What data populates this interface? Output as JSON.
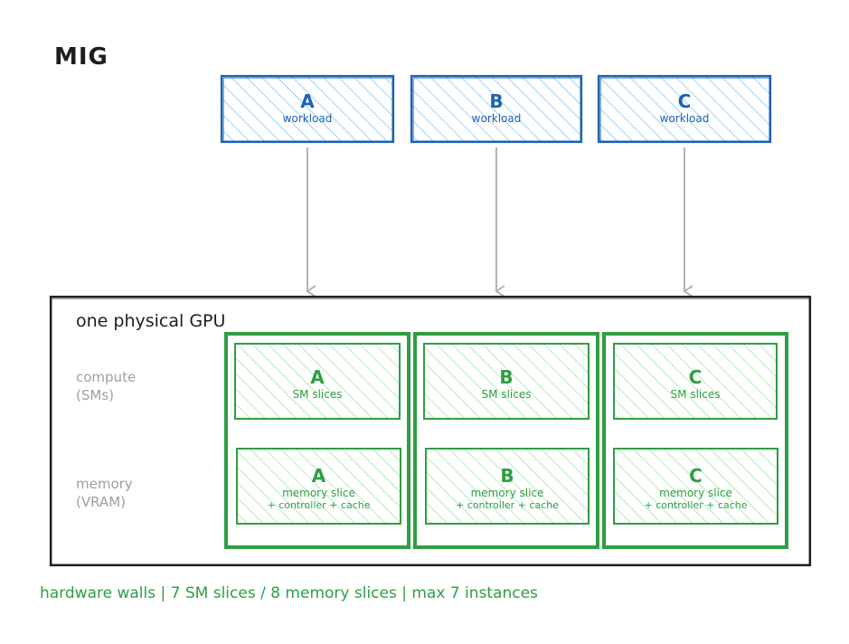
{
  "title": "MIG",
  "workloads": [
    {
      "letter": "A",
      "label": "workload"
    },
    {
      "letter": "B",
      "label": "workload"
    },
    {
      "letter": "C",
      "label": "workload"
    }
  ],
  "gpu": {
    "label": "one physical GPU",
    "rows": {
      "compute": {
        "line1": "compute",
        "line2": "(SMs)"
      },
      "memory": {
        "line1": "memory",
        "line2": "(VRAM)"
      }
    },
    "instances": [
      {
        "compute": {
          "letter": "A",
          "label": "SM slices"
        },
        "memory": {
          "letter": "A",
          "label": "memory slice",
          "sub": "+ controller + cache"
        }
      },
      {
        "compute": {
          "letter": "B",
          "label": "SM slices"
        },
        "memory": {
          "letter": "B",
          "label": "memory slice",
          "sub": "+ controller + cache"
        }
      },
      {
        "compute": {
          "letter": "C",
          "label": "SM slices"
        },
        "memory": {
          "letter": "C",
          "label": "memory slice",
          "sub": "+ controller + cache"
        }
      }
    ]
  },
  "footer": "hardware walls | 7 SM slices / 8 memory slices | max 7 instances",
  "colors": {
    "workload_stroke": "#1c62b3",
    "workload_fill": "#a5d8ff",
    "slice_stroke": "#2f9e44",
    "slice_fill": "#b2f2bb",
    "arrow": "#adb5bd",
    "gpu_border": "#1e1e1e",
    "muted_text": "#9aa0a6"
  }
}
